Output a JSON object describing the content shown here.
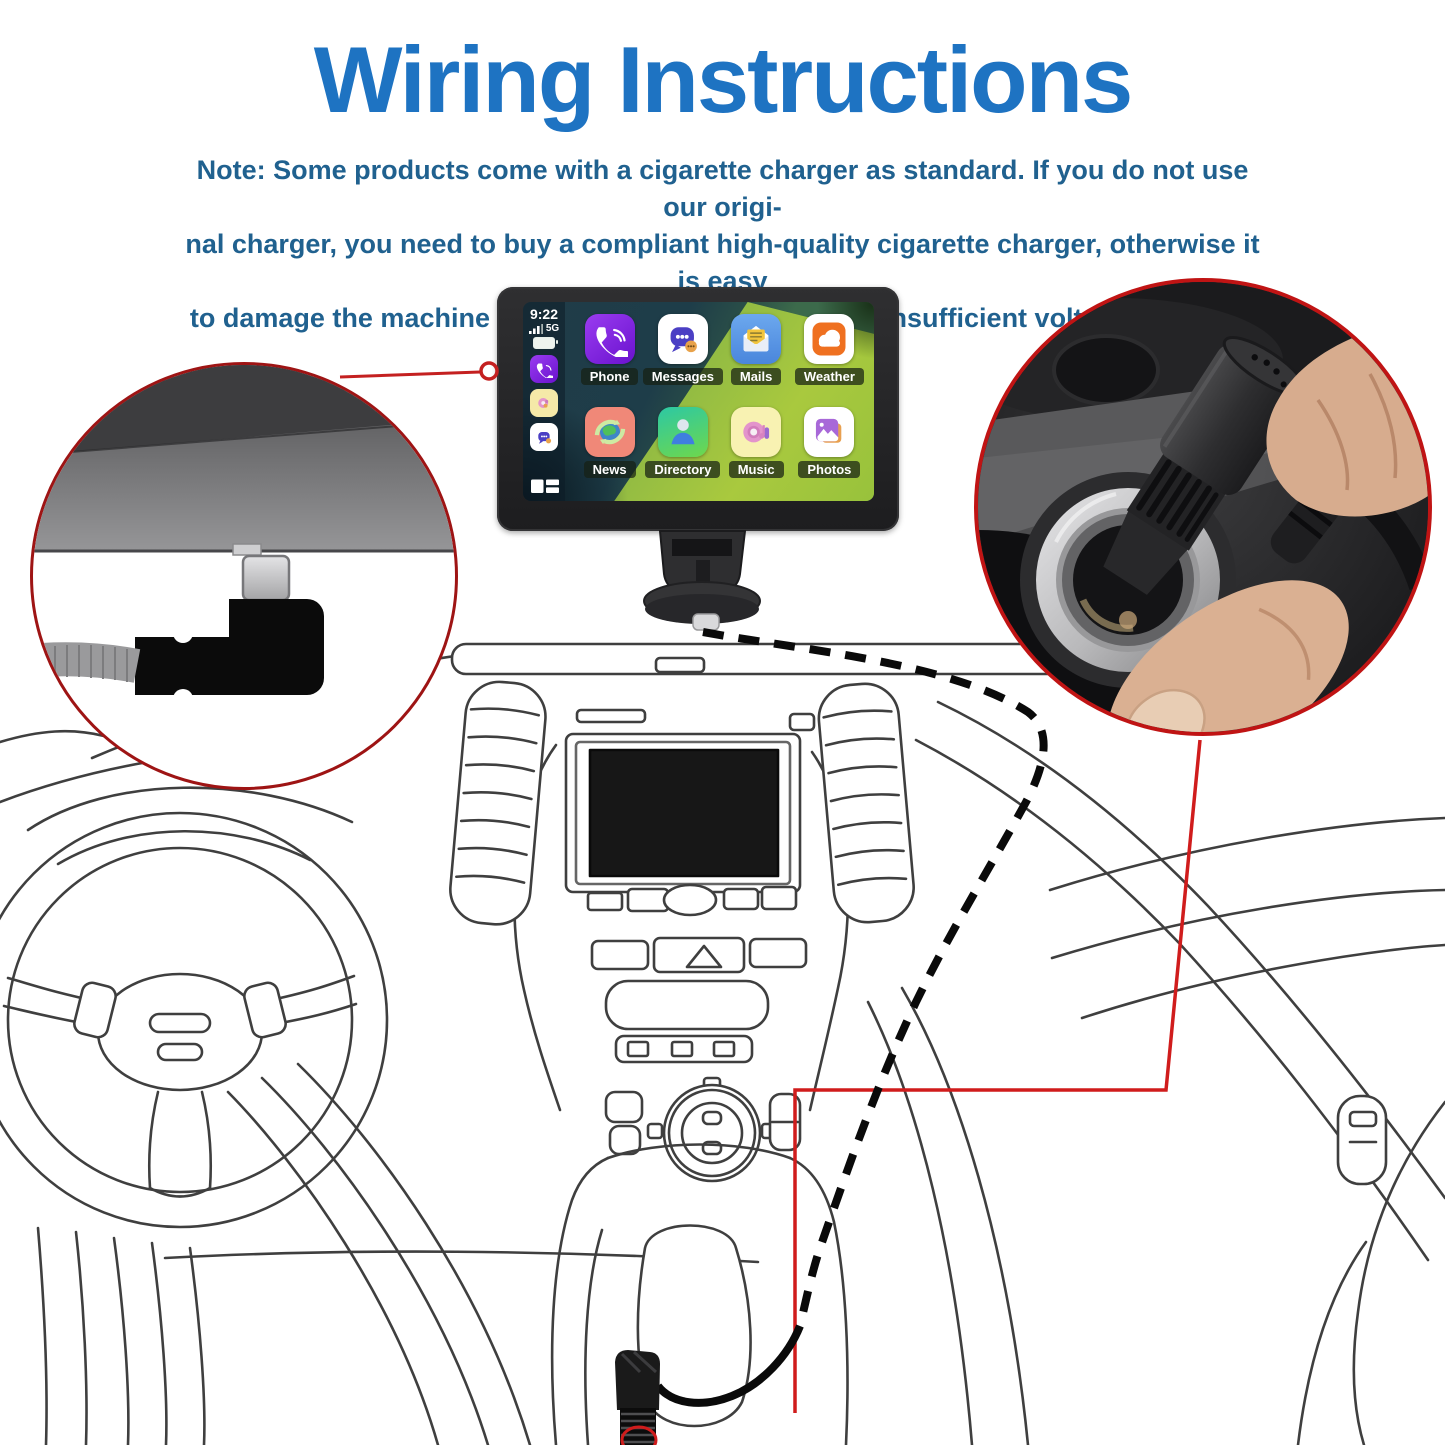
{
  "header": {
    "title": "Wiring Instructions",
    "note_lines": [
      "Note: Some products come with a cigarette charger as standard. If you do not use our origi-",
      "nal charger, you need to buy a compliant high-quality cigarette charger, otherwise it is easy",
      "to damage the machine or cause other injuries due to insufficient voltage and heat."
    ]
  },
  "device": {
    "status": {
      "time": "9:22",
      "network": "5G",
      "battery": "full"
    },
    "sidebar_icons": [
      "viber-phone-icon",
      "gallery-disc-icon",
      "chat-bubble-icon"
    ],
    "dock_icon": "dashboard-grid-icon",
    "main_apps": [
      {
        "label": "Phone",
        "icon": "phone-icon"
      },
      {
        "label": "Messages",
        "icon": "messages-icon"
      },
      {
        "label": "Mails",
        "icon": "mails-icon"
      },
      {
        "label": "Weather",
        "icon": "weather-cloud-icon"
      },
      {
        "label": "News",
        "icon": "news-globe-icon"
      },
      {
        "label": "Directory",
        "icon": "directory-person-icon"
      },
      {
        "label": "Music",
        "icon": "music-disc-icon"
      },
      {
        "label": "Photos",
        "icon": "photos-icon"
      }
    ]
  },
  "callouts": {
    "left": {
      "subject": "usb-c-right-angle-connector-closeup"
    },
    "right": {
      "subject": "cigarette-lighter-plug-into-socket-closeup"
    }
  },
  "colors": {
    "title_blue": "#1e73c2",
    "note_blue": "#20618f",
    "callout_red": "#c01414",
    "dark_red": "#9e1414",
    "screen_green": "#a9c93e",
    "screen_teal": "#1e3d49"
  }
}
